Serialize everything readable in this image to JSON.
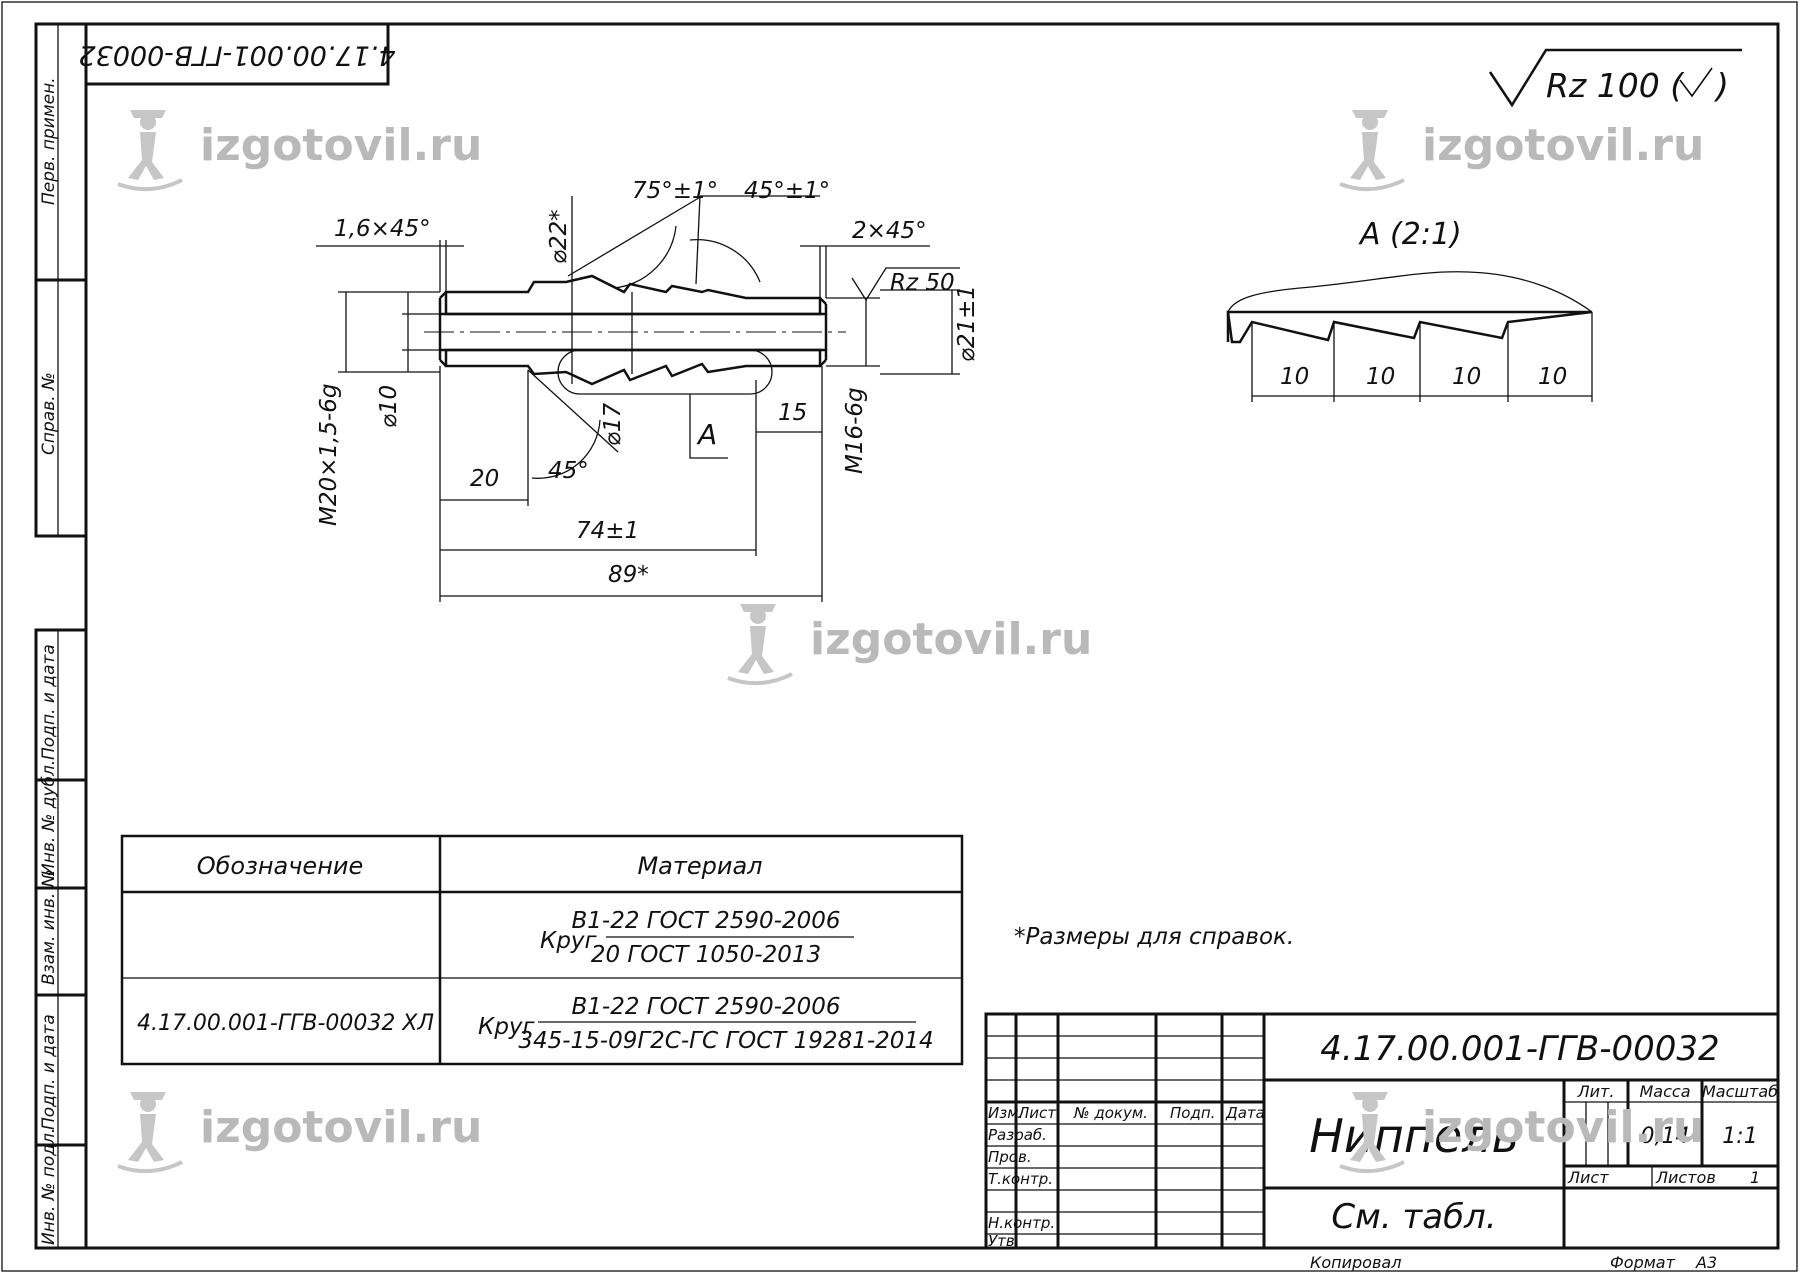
{
  "watermark": {
    "text": "izgotovil.ru"
  },
  "corner_stamp": "4.17.00.001-ГГВ-00032",
  "roughness_general": {
    "value": "Rz 100 (",
    "close": ")"
  },
  "side_labels": {
    "perv_primen": "Перв. примен.",
    "sprav_no": "Справ. №",
    "podp_data_1": "Подп. и дата",
    "inv_dubl": "Инв. № дубл.",
    "vzam_inv": "Взам. инв. №",
    "podp_data_2": "Подп. и дата",
    "inv_podl": "Инв. № подл."
  },
  "drawing": {
    "chamfer_left": "1,6×45°",
    "dia22": "⌀22*",
    "angle_75": "75°±1°",
    "angle_45_top": "45°±1°",
    "chamfer_right": "2×45°",
    "rz50": "Rz 50",
    "dia21": "⌀21±1",
    "thread_left": "M20×1,5-6g",
    "dia10": "⌀10",
    "dia17": "⌀17",
    "view_a": "A",
    "dim_15": "15",
    "thread_right": "M16-6g",
    "dim_20": "20",
    "angle_45_bottom": "45°",
    "dim_74": "74±1",
    "dim_89": "89*"
  },
  "detail": {
    "title": "A (2:1)",
    "dims": [
      "10",
      "10",
      "10",
      "10"
    ]
  },
  "spec_table": {
    "headers": {
      "designation": "Обозначение",
      "material": "Материал"
    },
    "rows": [
      {
        "designation": "",
        "prefix": "Круг",
        "num": "В1-22 ГОСТ 2590-2006",
        "den": "20 ГОСТ 1050-2013"
      },
      {
        "designation": "4.17.00.001-ГГВ-00032 ХЛ",
        "prefix": "Круг",
        "num": "В1-22 ГОСТ 2590-2006",
        "den": "345-15-09Г2С-ГС ГОСТ 19281-2014"
      }
    ]
  },
  "note": "*Размеры для справок.",
  "title_block": {
    "doc_number": "4.17.00.001-ГГВ-00032",
    "part_name": "Ниппель",
    "material": "См. табл.",
    "col_izm": "Изм.",
    "col_list": "Лист",
    "col_docum": "№ докум.",
    "col_podp": "Подп.",
    "col_data": "Дата",
    "row_razrab": "Разраб.",
    "row_prov": "Пров.",
    "row_tkontr": "Т.контр.",
    "row_nkontr": "Н.контр.",
    "row_utv": "Утв.",
    "lit_label": "Лит.",
    "mass_label": "Масса",
    "scale_label": "Масштаб",
    "mass_value": "0,14",
    "scale_value": "1:1",
    "sheet_label": "Лист",
    "sheets_label": "Листов",
    "sheets_value": "1"
  },
  "footer": {
    "copied": "Копировал",
    "format_label": "Формат",
    "format_value": "А3"
  }
}
